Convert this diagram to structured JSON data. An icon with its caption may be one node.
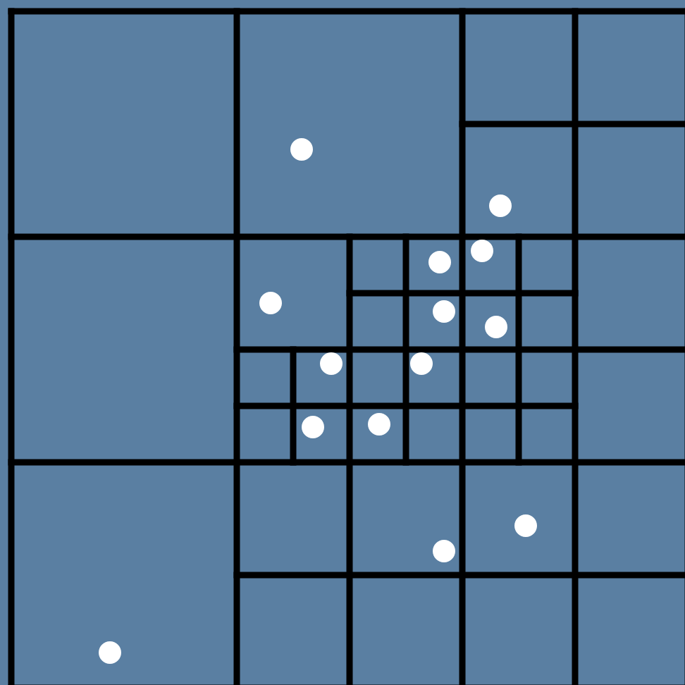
{
  "diagram": {
    "nodes": [
      {
        "text": [],
        "shape": "circle"
      },
      {
        "text": [],
        "shape": "circle"
      },
      {
        "text": [],
        "shape": "circle"
      },
      {
        "text": [],
        "shape": "circle"
      },
      {
        "text": [],
        "shape": "circle"
      },
      {
        "text": [],
        "shape": "circle"
      },
      {
        "text": [],
        "shape": "circle"
      },
      {
        "text": [],
        "shape": "circle"
      },
      {
        "text": [],
        "shape": "circle"
      },
      {
        "text": [],
        "shape": "circle"
      },
      {
        "text": [],
        "shape": "circle"
      },
      {
        "text": [],
        "shape": "circle"
      },
      {
        "text": [],
        "shape": "circle"
      },
      {
        "text": [],
        "shape": "circle"
      }
    ]
  }
}
